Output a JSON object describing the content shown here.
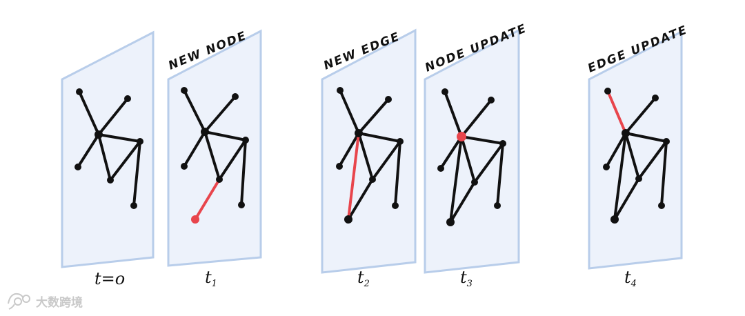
{
  "frames": [
    {
      "id": "t0",
      "heading": "",
      "time_main": "t=o",
      "time_sub": "",
      "change": "none",
      "highlight_nodes": [],
      "highlight_edges": []
    },
    {
      "id": "t1",
      "heading": "NEW NODE",
      "time_main": "t",
      "time_sub": "1",
      "change": "node added",
      "highlight_nodes": [
        "new-node"
      ],
      "highlight_edges": [
        "new-node-edge"
      ]
    },
    {
      "id": "t2",
      "heading": "NEW EDGE",
      "time_main": "t",
      "time_sub": "2",
      "change": "edge added",
      "highlight_nodes": [],
      "highlight_edges": [
        "new-edge"
      ]
    },
    {
      "id": "t3",
      "heading": "NODE UPDATE",
      "time_main": "t",
      "time_sub": "3",
      "change": "node updated",
      "highlight_nodes": [
        "hub-node"
      ],
      "highlight_edges": []
    },
    {
      "id": "t4",
      "heading": "EDGE UPDATE",
      "time_main": "t",
      "time_sub": "4",
      "change": "edge updated",
      "highlight_nodes": [],
      "highlight_edges": [
        "updated-edge"
      ]
    }
  ],
  "colors": {
    "panel_fill": "#edf2fb",
    "panel_border": "#b8cdea",
    "graph_black": "#111111",
    "highlight_red": "#e8454c"
  },
  "watermark": {
    "icon": "eye-logo-icon",
    "text": "大数跨境"
  }
}
